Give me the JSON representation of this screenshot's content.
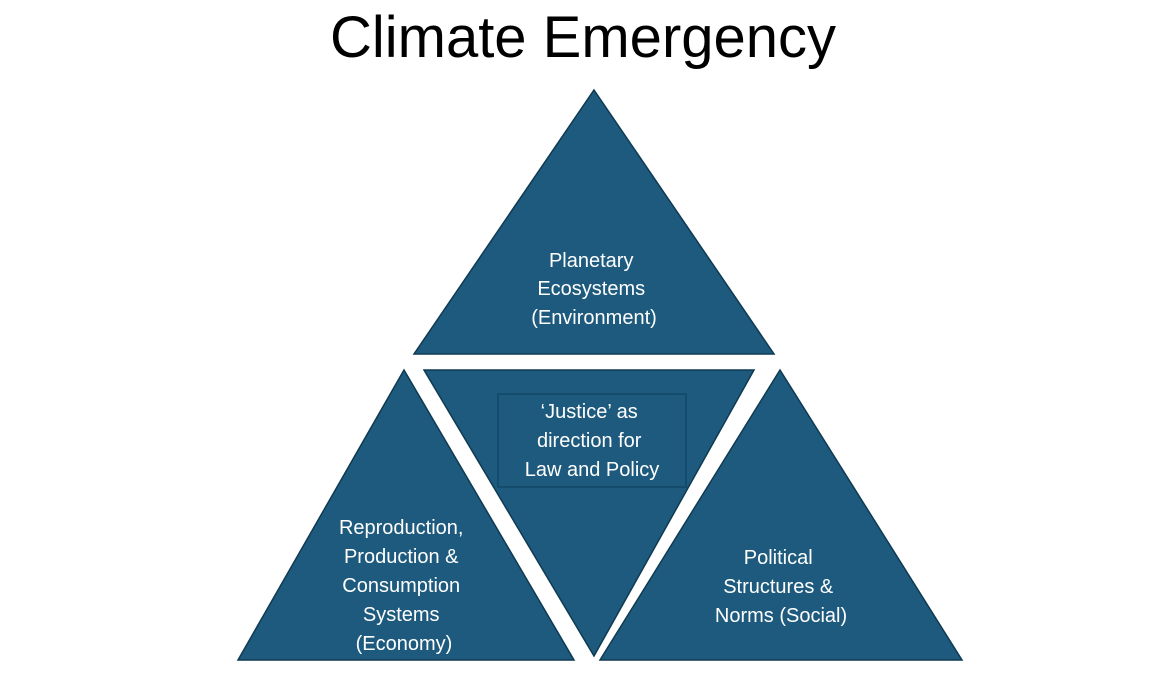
{
  "title": "Climate Emergency",
  "colors": {
    "triangle_fill": "#1d5a7d",
    "triangle_stroke": "#0f3a52",
    "center_box_stroke": "#114868",
    "label": "#ffffff",
    "background": "#ffffff"
  },
  "triangles": {
    "top": {
      "lines": [
        "Planetary",
        "Ecosystems",
        "(Environment)"
      ]
    },
    "center": {
      "lines": [
        "‘Justice’ as",
        "direction for",
        "Law and Policy"
      ]
    },
    "left": {
      "lines": [
        "Reproduction,",
        "Production &",
        "Consumption",
        "Systems",
        "(Economy)"
      ]
    },
    "right": {
      "lines": [
        "Political",
        "Structures &",
        "Norms (Social)"
      ]
    }
  }
}
